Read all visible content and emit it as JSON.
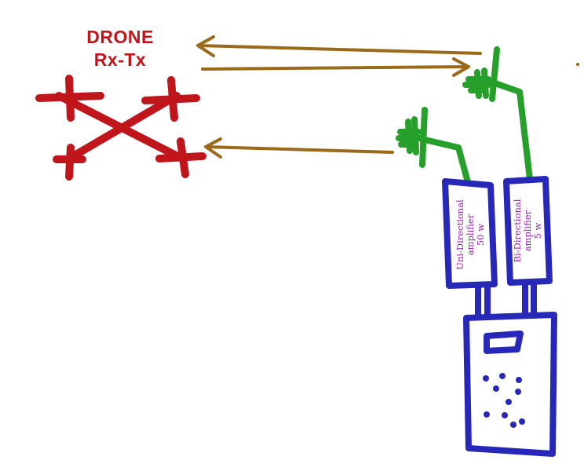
{
  "colors": {
    "drone": "#c0151a",
    "arrow": "#9a6a1a",
    "antenna": "#27a02b",
    "device": "#2828b8",
    "amp_text": "#9a1ab0"
  },
  "drone": {
    "title": "DRONE",
    "subtitle": "Rx-Tx"
  },
  "amplifiers": {
    "uni": {
      "line1": "Uni-Directional",
      "line2": "amplifier",
      "line3": "50 w"
    },
    "bi": {
      "line1": "Bi-Directional",
      "line2": "amplifier",
      "line3": "5 w"
    }
  },
  "icons": {
    "drone": "drone-icon",
    "antenna": "antenna-icon",
    "radio": "radio-device-icon"
  }
}
